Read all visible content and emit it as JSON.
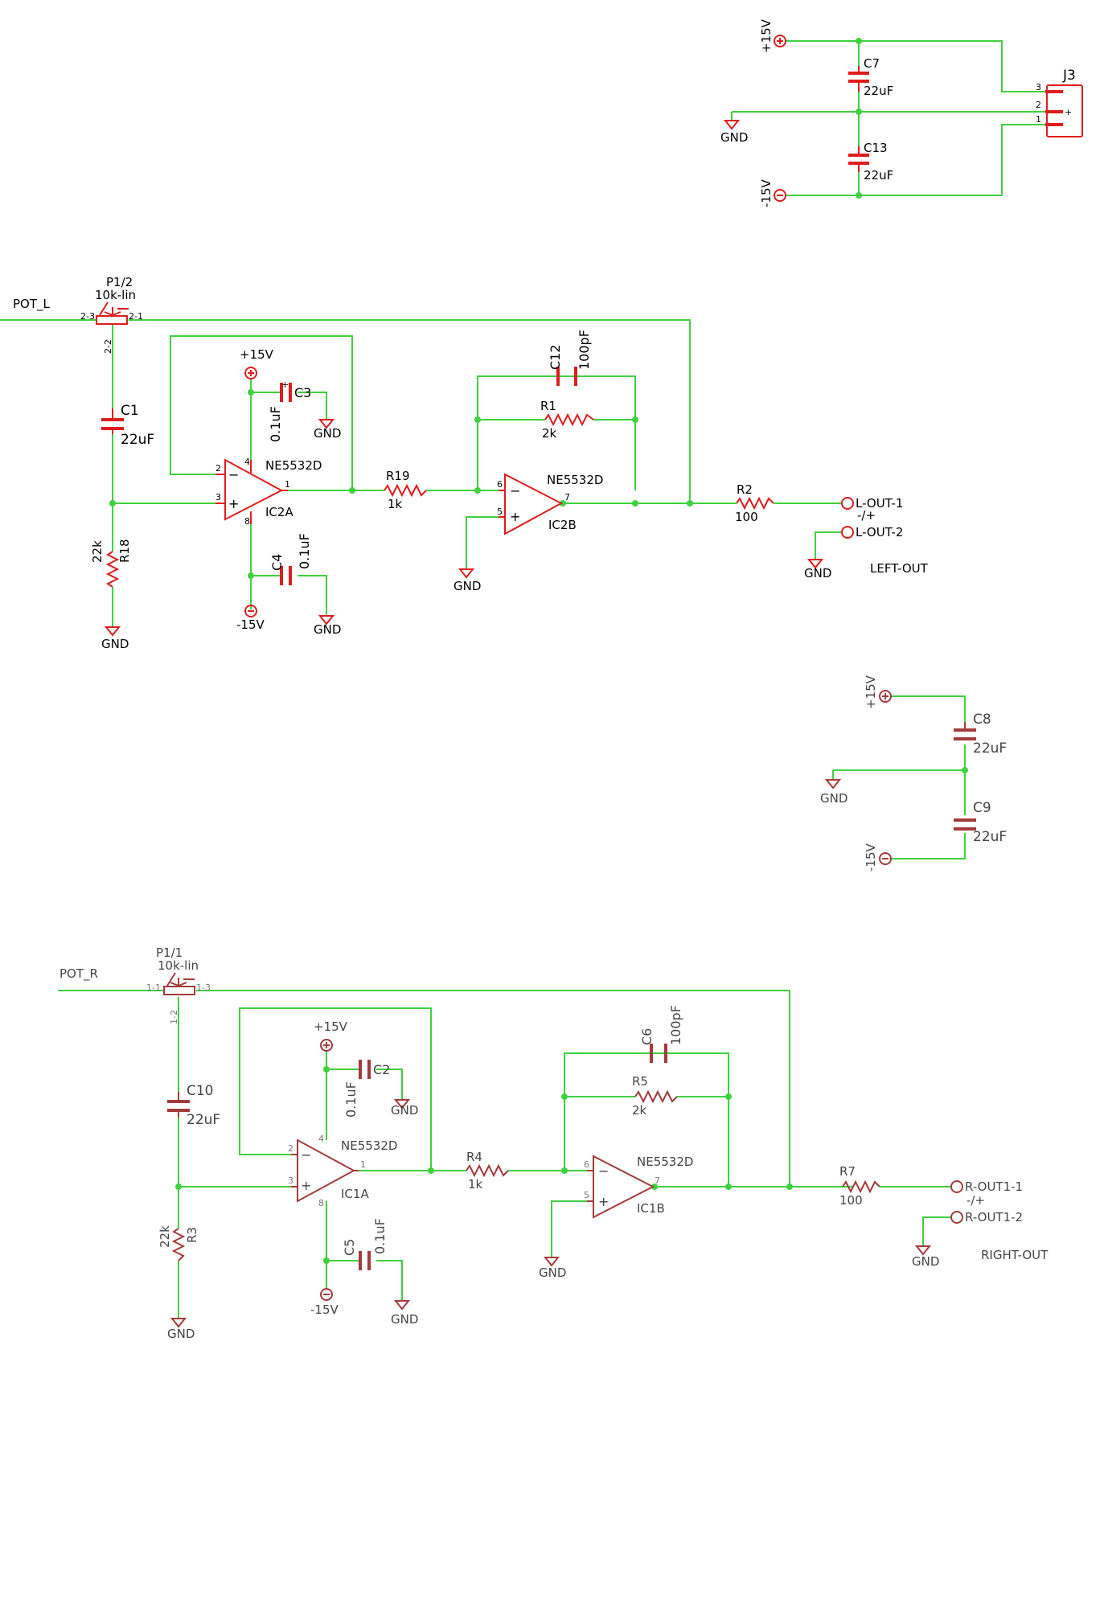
{
  "power_top": {
    "pos_supply": "+15V",
    "neg_supply": "-15V",
    "gnd": "GND",
    "c7": {
      "name": "C7",
      "value": "22uF"
    },
    "c13": {
      "name": "C13",
      "value": "22uF"
    },
    "connector": {
      "name": "J3",
      "pins": [
        "3",
        "2",
        "1"
      ],
      "plus": "+"
    }
  },
  "left": {
    "pot_net": "POT_L",
    "pot": {
      "name": "P1/2",
      "value": "10k-lin",
      "pin_a": "2-3",
      "pin_b": "2-1",
      "pin_w": "2-2"
    },
    "c1": {
      "name": "C1",
      "value": "22uF"
    },
    "r18": {
      "name": "R18",
      "value": "22k"
    },
    "gnd": "GND",
    "ic2a": {
      "name": "IC2A",
      "part": "NE5532D",
      "pin_inv": "2",
      "pin_noninv": "3",
      "pin_out": "1",
      "pin_vp": "4",
      "pin_vn": "8",
      "minus": "−",
      "plus": "+"
    },
    "vplus": "+15V",
    "vminus": "-15V",
    "c3": {
      "name": "C3",
      "value": "0.1uF",
      "pol": "+"
    },
    "c4": {
      "name": "C4",
      "value": "0.1uF"
    },
    "r19": {
      "name": "R19",
      "value": "1k"
    },
    "c12": {
      "name": "C12",
      "value": "100pF"
    },
    "r1": {
      "name": "R1",
      "value": "2k"
    },
    "ic2b": {
      "name": "IC2B",
      "part": "NE5532D",
      "pin_inv": "6",
      "pin_noninv": "5",
      "pin_out": "7",
      "minus": "−",
      "plus": "+"
    },
    "r2": {
      "name": "R2",
      "value": "100"
    },
    "out1": "L-OUT-1",
    "out2": "L-OUT-2",
    "polarity": "-/+",
    "out_label": "LEFT-OUT"
  },
  "power_mid": {
    "pos_supply": "+15V",
    "neg_supply": "-15V",
    "gnd": "GND",
    "c8": {
      "name": "C8",
      "value": "22uF"
    },
    "c9": {
      "name": "C9",
      "value": "22uF"
    }
  },
  "right": {
    "pot_net": "POT_R",
    "pot": {
      "name": "P1/1",
      "value": "10k-lin",
      "pin_a": "1-1",
      "pin_b": "1-3",
      "pin_w": "1-2"
    },
    "c10": {
      "name": "C10",
      "value": "22uF"
    },
    "r3": {
      "name": "R3",
      "value": "22k"
    },
    "gnd": "GND",
    "ic1a": {
      "name": "IC1A",
      "part": "NE5532D",
      "pin_inv": "2",
      "pin_noninv": "3",
      "pin_out": "1",
      "pin_vp": "4",
      "pin_vn": "8",
      "minus": "−",
      "plus": "+"
    },
    "vplus": "+15V",
    "vminus": "-15V",
    "c2": {
      "name": "C2",
      "value": "0.1uF"
    },
    "c5": {
      "name": "C5",
      "value": "0.1uF"
    },
    "r4": {
      "name": "R4",
      "value": "1k"
    },
    "c6": {
      "name": "C6",
      "value": "100pF"
    },
    "r5": {
      "name": "R5",
      "value": "2k"
    },
    "ic1b": {
      "name": "IC1B",
      "part": "NE5532D",
      "pin_inv": "6",
      "pin_noninv": "5",
      "pin_out": "7",
      "minus": "−",
      "plus": "+"
    },
    "r7": {
      "name": "R7",
      "value": "100"
    },
    "out1": "R-OUT1-1",
    "out2": "R-OUT1-2",
    "polarity": "-/+",
    "out_label": "RIGHT-OUT"
  }
}
